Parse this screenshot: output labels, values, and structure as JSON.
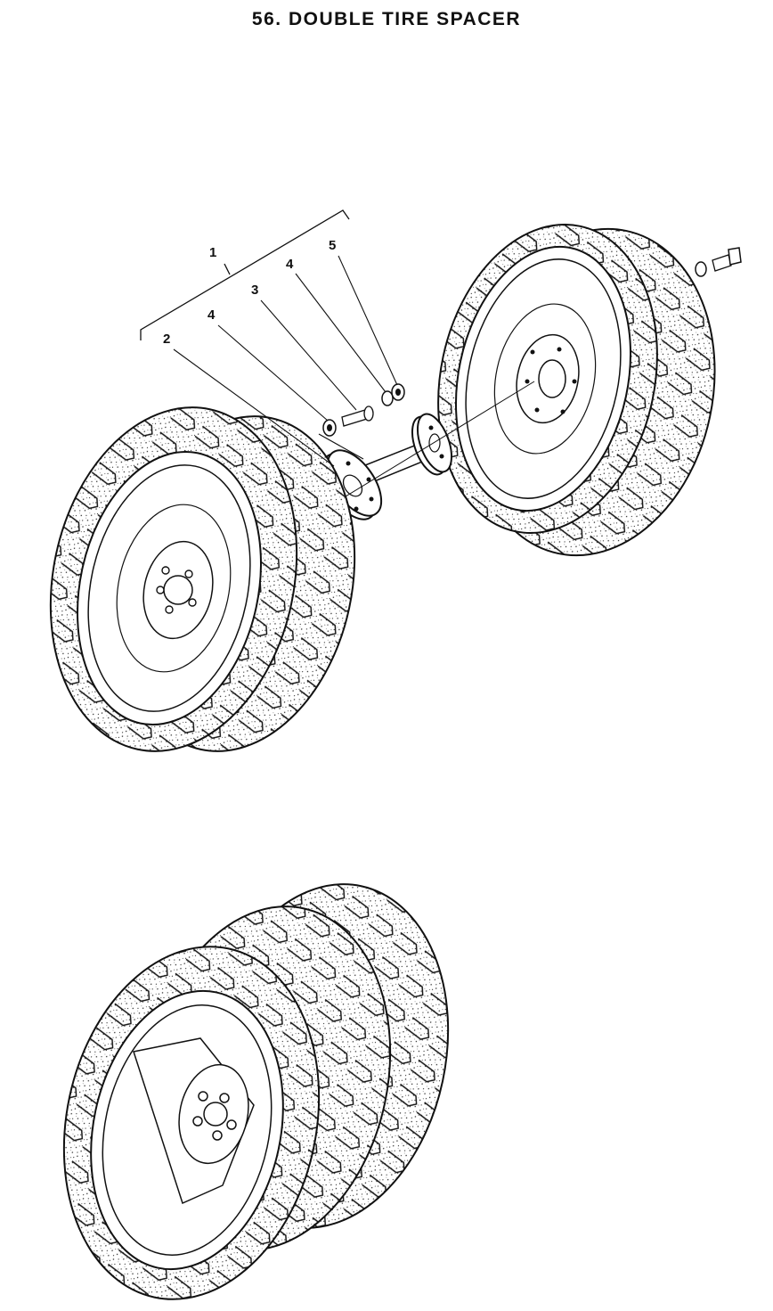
{
  "title": "56.  DOUBLE TIRE SPACER",
  "callouts": {
    "c1": "1",
    "c2": "2",
    "c3": "3",
    "c4a": "4",
    "c4b": "4",
    "c5": "5"
  },
  "figure": {
    "upper": "exploded view: left wheel, spacer tube with two flanges, right wheel, bolt and washer",
    "lower": "assembled dual wheels"
  },
  "colors": {
    "ink": "#111111",
    "paper": "#ffffff"
  }
}
